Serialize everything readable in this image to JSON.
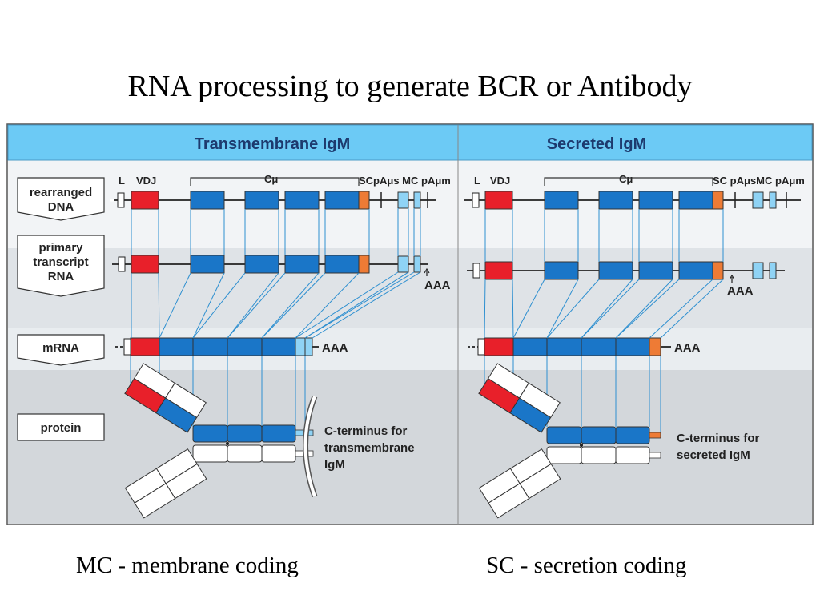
{
  "title": "RNA processing to generate BCR or Antibody",
  "panels": {
    "left": {
      "header": "Transmembrane  IgM",
      "c_terminus_label": [
        "C-terminus for",
        "transmembrane",
        "IgM"
      ]
    },
    "right": {
      "header": "Secreted  IgM",
      "c_terminus_label": [
        "C-terminus for",
        "secreted IgM"
      ]
    }
  },
  "row_labels": {
    "rearranged_dna": [
      "rearranged",
      "DNA"
    ],
    "primary_transcript": [
      "primary",
      "transcript",
      "RNA"
    ],
    "mrna": "mRNA",
    "protein": "protein"
  },
  "gene_labels": {
    "L": "L",
    "VDJ": "VDJ",
    "C_mu": "Cμ",
    "left_tail": "SCpAμs MC pAμm",
    "right_tail": "SC pAμsMC pAμm"
  },
  "polyA": "AAA",
  "captions": {
    "mc": "MC - membrane coding",
    "sc": "SC - secretion coding"
  },
  "colors": {
    "header_bg": "#6ccaf5",
    "vdj": "#e8202a",
    "constant": "#1a76c8",
    "sc": "#ee7b35",
    "mc": "#8fd3f5",
    "band_light": "#e9edf0",
    "band_dark": "#d3d7db",
    "connector": "#2d8fd0"
  }
}
